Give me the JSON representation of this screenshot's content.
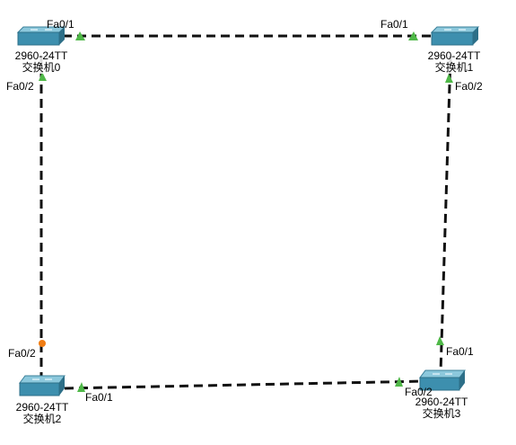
{
  "switches": [
    {
      "id": "sw0",
      "model": "2960-24TT",
      "name": "交换机0"
    },
    {
      "id": "sw1",
      "model": "2960-24TT",
      "name": "交换机1"
    },
    {
      "id": "sw2",
      "model": "2960-24TT",
      "name": "交换机2"
    },
    {
      "id": "sw3",
      "model": "2960-24TT",
      "name": "交换机3"
    }
  ],
  "links": [
    {
      "from": "sw0",
      "from_port": "Fa0/1",
      "to": "sw1",
      "to_port": "Fa0/1",
      "from_status": "up",
      "to_status": "up"
    },
    {
      "from": "sw0",
      "from_port": "Fa0/2",
      "to": "sw2",
      "to_port": "Fa0/2",
      "from_status": "up",
      "to_status": "blocking"
    },
    {
      "from": "sw1",
      "from_port": "Fa0/2",
      "to": "sw3",
      "to_port": "Fa0/1",
      "from_status": "up",
      "to_status": "up"
    },
    {
      "from": "sw2",
      "from_port": "Fa0/1",
      "to": "sw3",
      "to_port": "Fa0/2",
      "from_status": "up",
      "to_status": "up"
    }
  ],
  "port_labels": {
    "sw0_fa01": "Fa0/1",
    "sw0_fa02": "Fa0/2",
    "sw1_fa01": "Fa0/1",
    "sw1_fa02": "Fa0/2",
    "sw2_fa02": "Fa0/2",
    "sw2_fa01": "Fa0/1",
    "sw3_fa01": "Fa0/1",
    "sw3_fa02": "Fa0/2"
  },
  "colors": {
    "link": "#111111",
    "port_up": "#4fb848",
    "port_blocking": "#f07c12",
    "switch_top": "#6db4cc",
    "switch_front": "#3d8fae",
    "switch_side": "#2d6f88"
  }
}
